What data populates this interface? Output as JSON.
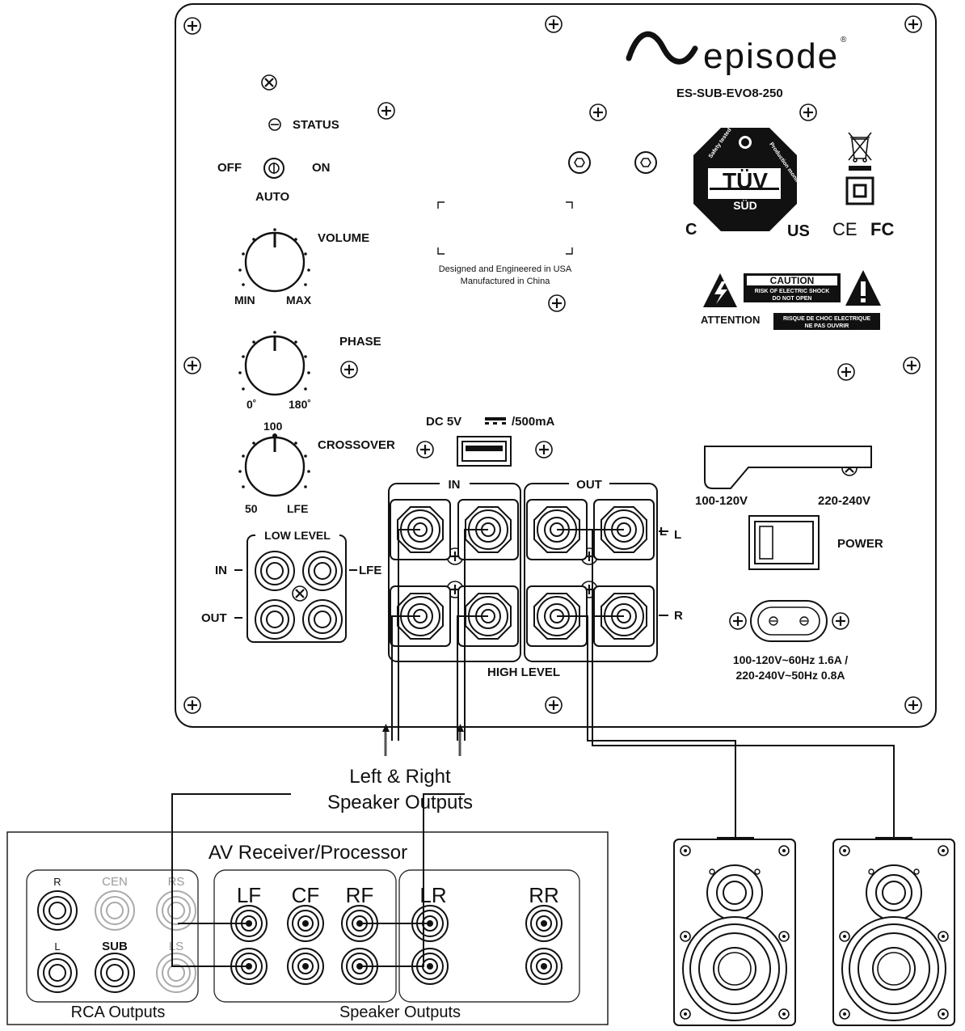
{
  "brand": {
    "logo_text": "episode",
    "registered_mark": "®",
    "model": "ES-SUB-EVO8-250"
  },
  "controls": {
    "status": "STATUS",
    "auto_off": "OFF",
    "auto_on": "ON",
    "auto": "AUTO",
    "volume": "VOLUME",
    "vol_min": "MIN",
    "vol_max": "MAX",
    "phase": "PHASE",
    "phase_min": "0˚",
    "phase_max": "180˚",
    "crossover": "CROSSOVER",
    "xo_top": "100",
    "xo_min": "50",
    "xo_max": "LFE"
  },
  "center": {
    "designed": "Designed and Engineered in USA",
    "manufactured": "Manufactured in China"
  },
  "usb": {
    "dc_left": "DC 5V",
    "dc_right": "/500mA"
  },
  "low_level": {
    "title": "LOW LEVEL",
    "in": "IN",
    "out": "OUT",
    "lfe": "LFE"
  },
  "high_level": {
    "title": "HIGH LEVEL",
    "in": "IN",
    "out": "OUT",
    "left": "L",
    "right": "R"
  },
  "certifications": {
    "tuv": "TÜV",
    "sud": "SÜD",
    "safety": "Safety tested",
    "production": "Production monitored",
    "c": "C",
    "us": "US",
    "ce": "CE",
    "fc": "FC"
  },
  "caution": {
    "title": "CAUTION",
    "line1": "RISK OF ELECTRIC SHOCK",
    "line2": "DO NOT OPEN",
    "attention": "ATTENTION",
    "fr_line1": "RISQUE DE CHOC ELECTRIQUE",
    "fr_line2": "NE PAS OUVRIR"
  },
  "power": {
    "v_low": "100-120V",
    "v_high": "220-240V",
    "switch": "POWER",
    "rating_line1": "100-120V~60Hz 1.6A /",
    "rating_line2": "220-240V~50Hz 0.8A"
  },
  "callout": {
    "line1": "Left & Right",
    "line2": "Speaker Outputs"
  },
  "receiver": {
    "title": "AV Receiver/Processor",
    "rca_labels": [
      "R",
      "CEN",
      "RS",
      "L",
      "SUB",
      "LS"
    ],
    "spk_labels": [
      "LF",
      "CF",
      "RF",
      "LR",
      "RR"
    ],
    "rca_caption": "RCA Outputs",
    "spk_caption": "Speaker Outputs"
  }
}
